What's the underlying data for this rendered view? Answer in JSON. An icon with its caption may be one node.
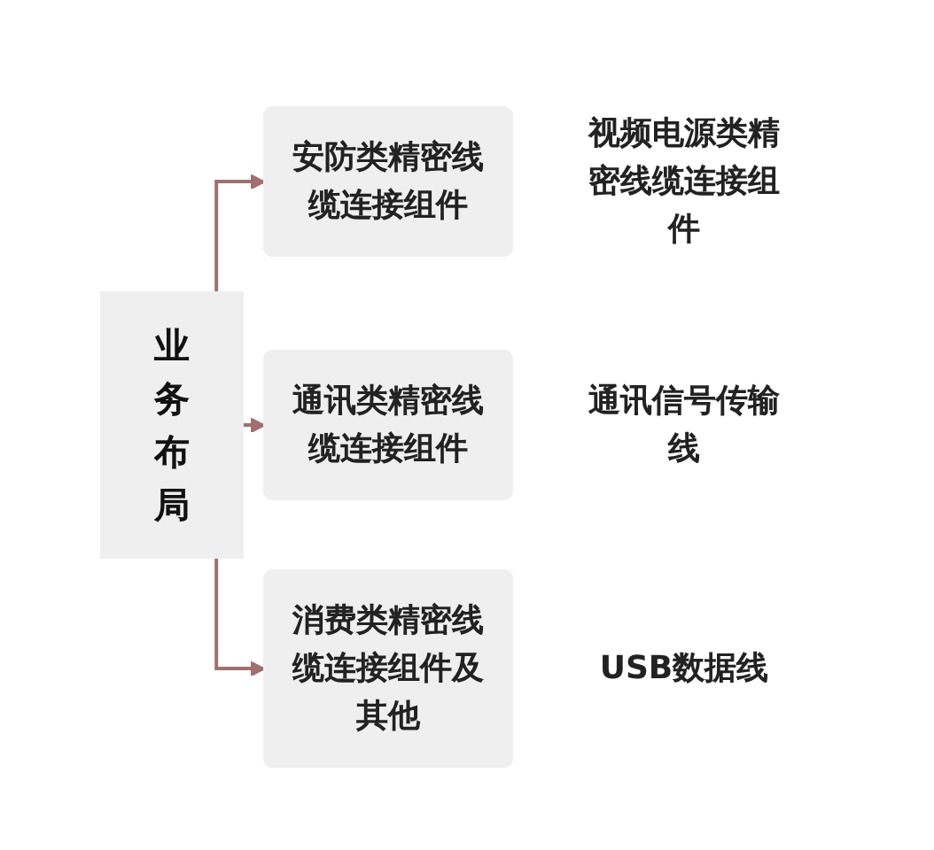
{
  "diagram": {
    "nodes": [
      {
        "text": [
          "业务布局"
        ]
      },
      {
        "text": [
          "安防类精密线缆连接组件"
        ],
        "beside": [
          "视频电源类精密线缆连接组件"
        ]
      },
      {
        "text": [
          "通讯类精密线缆连接组件"
        ],
        "beside": [
          "通讯信号传输线"
        ]
      },
      {
        "text": [
          "消费类精密线缆连接组件及其他"
        ],
        "beside": [
          "USB数据线"
        ]
      }
    ],
    "edges": [
      {
        "from": 0,
        "to": 1,
        "arrow": "to"
      },
      {
        "from": 0,
        "to": 2,
        "arrow": "to"
      },
      {
        "from": 0,
        "to": 3,
        "arrow": "to"
      }
    ]
  }
}
